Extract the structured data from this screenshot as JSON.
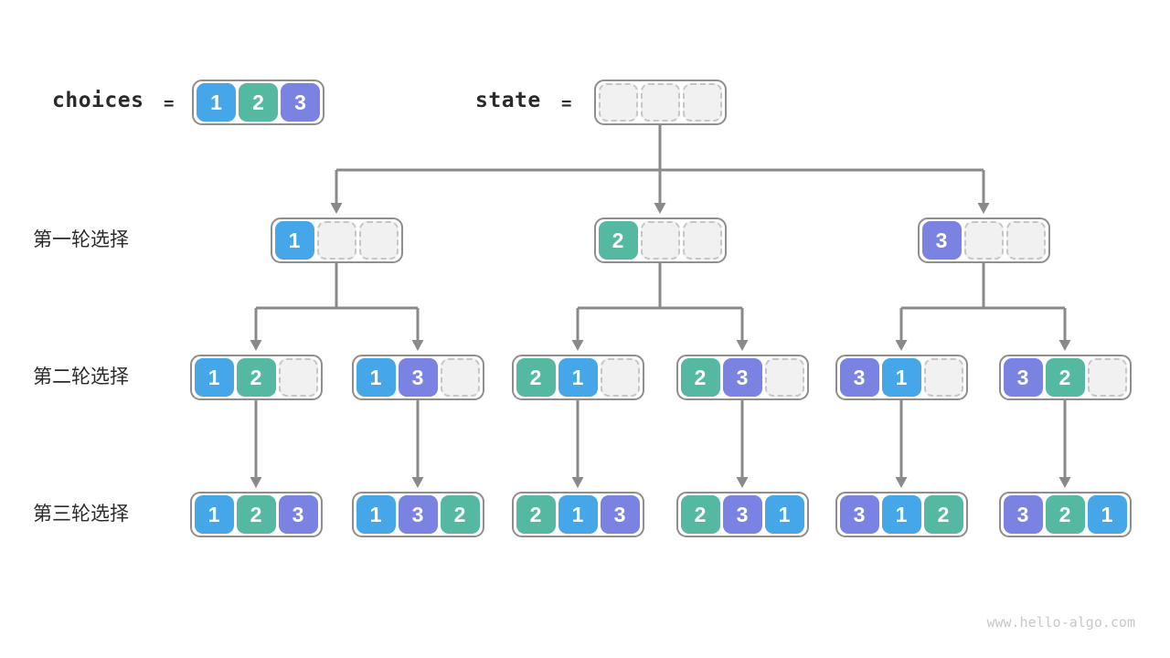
{
  "legend": {
    "choices_label": "choices",
    "equals_sign": "=",
    "choices_cells": [
      "1",
      "2",
      "3"
    ],
    "state_label": "state",
    "state_cells": [
      null,
      null,
      null
    ]
  },
  "row_labels": [
    "第一轮选择",
    "第二轮选择",
    "第三轮选择"
  ],
  "tree": {
    "level1": [
      [
        "1",
        null,
        null
      ],
      [
        "2",
        null,
        null
      ],
      [
        "3",
        null,
        null
      ]
    ],
    "level2": [
      [
        "1",
        "2",
        null
      ],
      [
        "1",
        "3",
        null
      ],
      [
        "2",
        "1",
        null
      ],
      [
        "2",
        "3",
        null
      ],
      [
        "3",
        "1",
        null
      ],
      [
        "3",
        "2",
        null
      ]
    ],
    "level3": [
      [
        "1",
        "2",
        "3"
      ],
      [
        "1",
        "3",
        "2"
      ],
      [
        "2",
        "1",
        "3"
      ],
      [
        "2",
        "3",
        "1"
      ],
      [
        "3",
        "1",
        "2"
      ],
      [
        "3",
        "2",
        "1"
      ]
    ]
  },
  "colors": {
    "value_1": "#45A7E8",
    "value_2": "#55B9A2",
    "value_3": "#7A82E2",
    "empty_fill": "#f1f1f1",
    "empty_border": "#c6c6c6",
    "box_border": "#8e8e8e",
    "arrow": "#8a8a8a",
    "cell_text": "#ffffff",
    "label_text": "#2a2a2a",
    "watermark_text": "#c8c8c8"
  },
  "watermark": "www.hello-algo.com"
}
